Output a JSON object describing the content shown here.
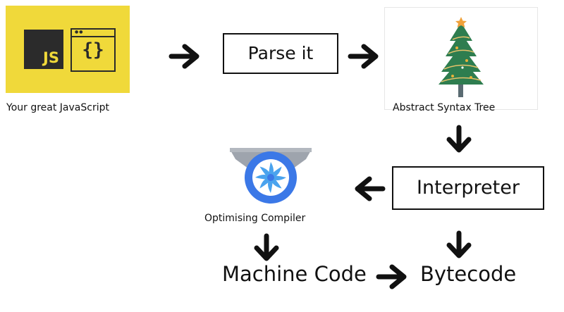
{
  "source": {
    "logo_text": "JS",
    "editor_glyph": "{}",
    "caption": "Your great JavaScript"
  },
  "steps": {
    "parse_label": "Parse it",
    "ast_caption": "Abstract Syntax Tree",
    "interpreter_label": "Interpreter",
    "compiler_caption": "Optimising Compiler",
    "machine_code_label": "Machine Code",
    "bytecode_label": "Bytecode"
  },
  "icons": {
    "tree": "christmas-tree-icon",
    "compiler": "turbofan-icon",
    "arrow": "bold-arrow-icon"
  },
  "colors": {
    "js_yellow": "#f0d93a",
    "tree_green": "#2e7d4f",
    "compiler_blue": "#3b78e7",
    "funnel_grey": "#9ea4ad"
  }
}
